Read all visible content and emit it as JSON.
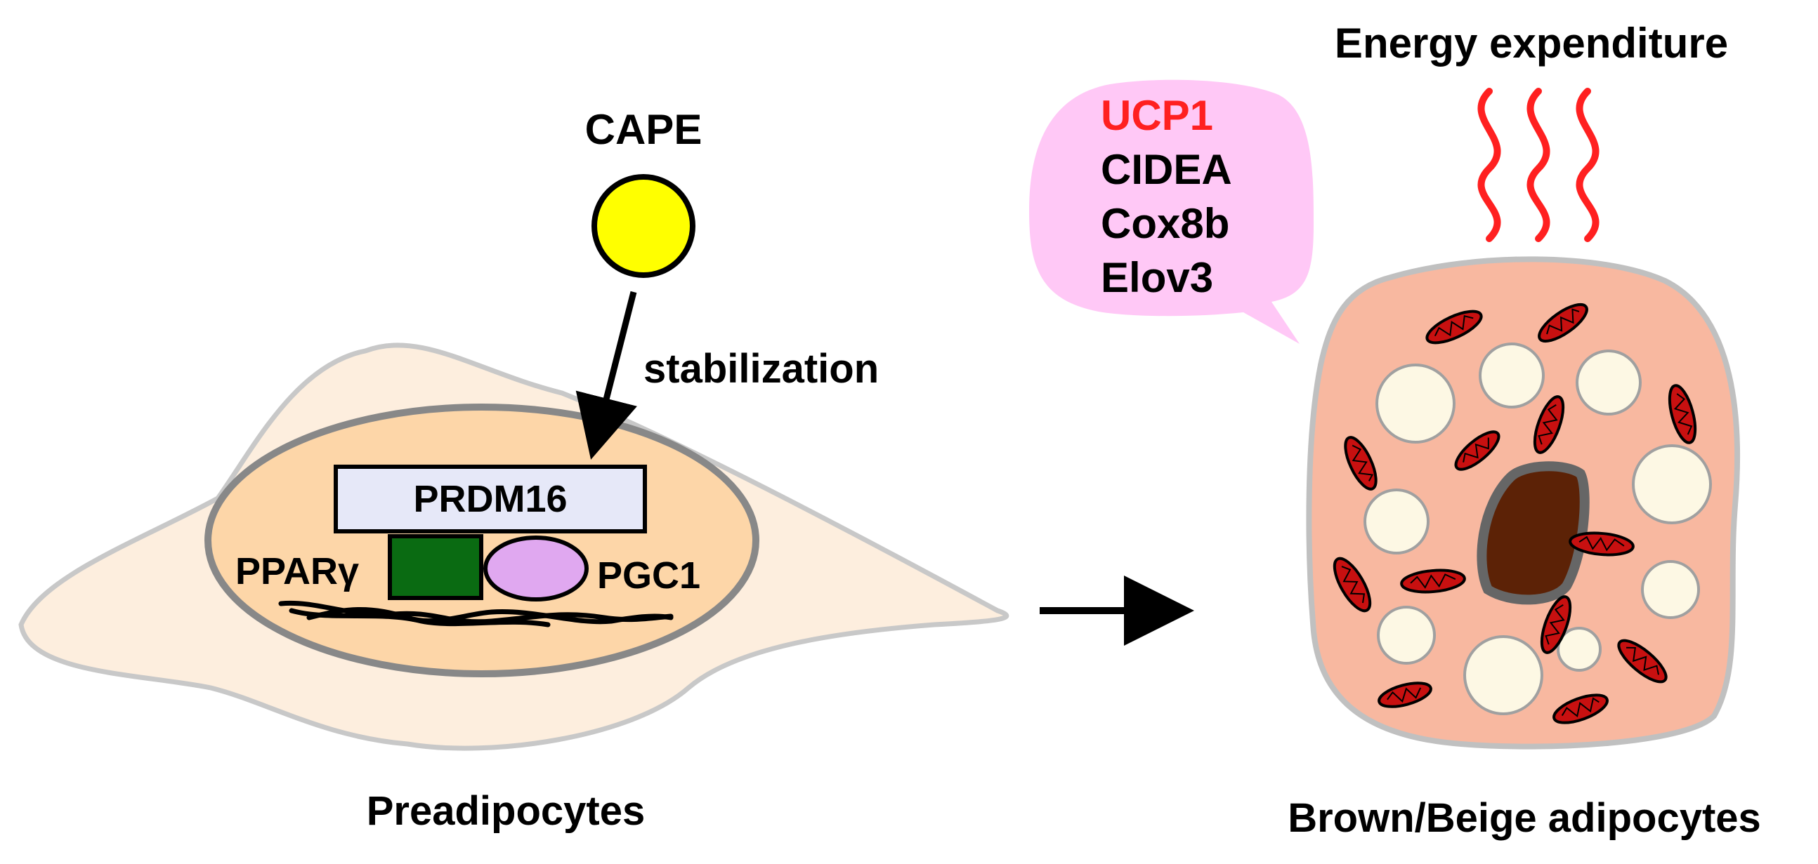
{
  "labels": {
    "cape": "CAPE",
    "stabilization": "stabilization",
    "prdm16": "PRDM16",
    "ppar": "PPARγ",
    "pgc1": "PGC1",
    "preadipocytes": "Preadipocytes",
    "energy": "Energy expenditure",
    "brown_beige": "Brown/Beige adipocytes"
  },
  "genes": [
    "UCP1",
    "CIDEA",
    "Cox8b",
    "Elov3"
  ],
  "colors": {
    "cape_fill": "#ffff00",
    "preadipocyte_cell": "#fdeede",
    "preadipocyte_nucleus": "#fdd6a8",
    "prdm16_fill": "#e6e8f8",
    "ppar_fill": "#0a6b12",
    "pgc1_fill": "#e0a8f0",
    "speech_bubble": "#ffc8f6",
    "ucp1_text": "#ff2020",
    "heat_wave": "#ff2020",
    "brown_cell": "#f8b8a0",
    "brown_nucleus": "#5c2206",
    "lipid_droplet": "#fdf8e4",
    "mitochondria": "#c81010"
  }
}
